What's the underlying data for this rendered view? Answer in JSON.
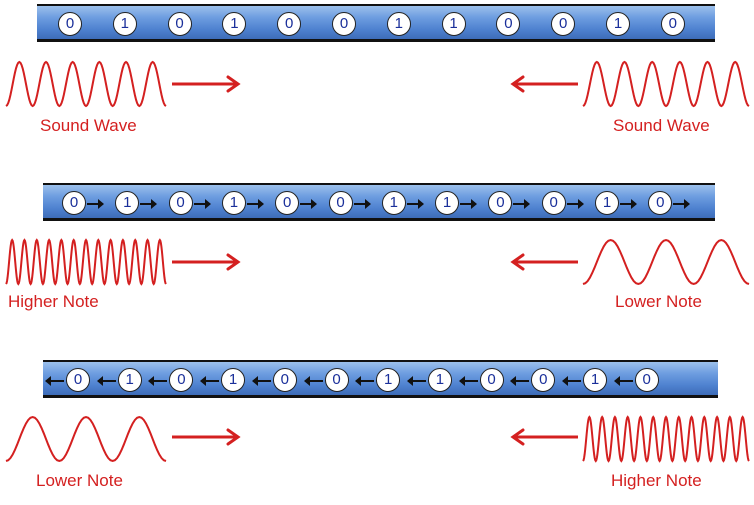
{
  "colors": {
    "wave": "#d42020",
    "bar": "#5a8ad6",
    "bit_text": "#1a2f9a"
  },
  "rows": [
    {
      "bits": [
        "0",
        "1",
        "0",
        "1",
        "0",
        "0",
        "1",
        "1",
        "0",
        "0",
        "1",
        "0"
      ],
      "connector": "none",
      "left": {
        "label": "Sound Wave",
        "cycles": 6,
        "arrow": "right"
      },
      "right": {
        "label": "Sound Wave",
        "cycles": 6,
        "arrow": "left"
      }
    },
    {
      "bits": [
        "0",
        "1",
        "0",
        "1",
        "0",
        "0",
        "1",
        "1",
        "0",
        "0",
        "1",
        "0"
      ],
      "connector": "right",
      "left": {
        "label": "Higher Note",
        "cycles": 13,
        "arrow": "right"
      },
      "right": {
        "label": "Lower Note",
        "cycles": 3,
        "arrow": "left"
      }
    },
    {
      "bits": [
        "0",
        "1",
        "0",
        "1",
        "0",
        "0",
        "1",
        "1",
        "0",
        "0",
        "1",
        "0"
      ],
      "connector": "left",
      "left": {
        "label": "Lower Note",
        "cycles": 3,
        "arrow": "right"
      },
      "right": {
        "label": "Higher Note",
        "cycles": 13,
        "arrow": "left"
      }
    }
  ]
}
